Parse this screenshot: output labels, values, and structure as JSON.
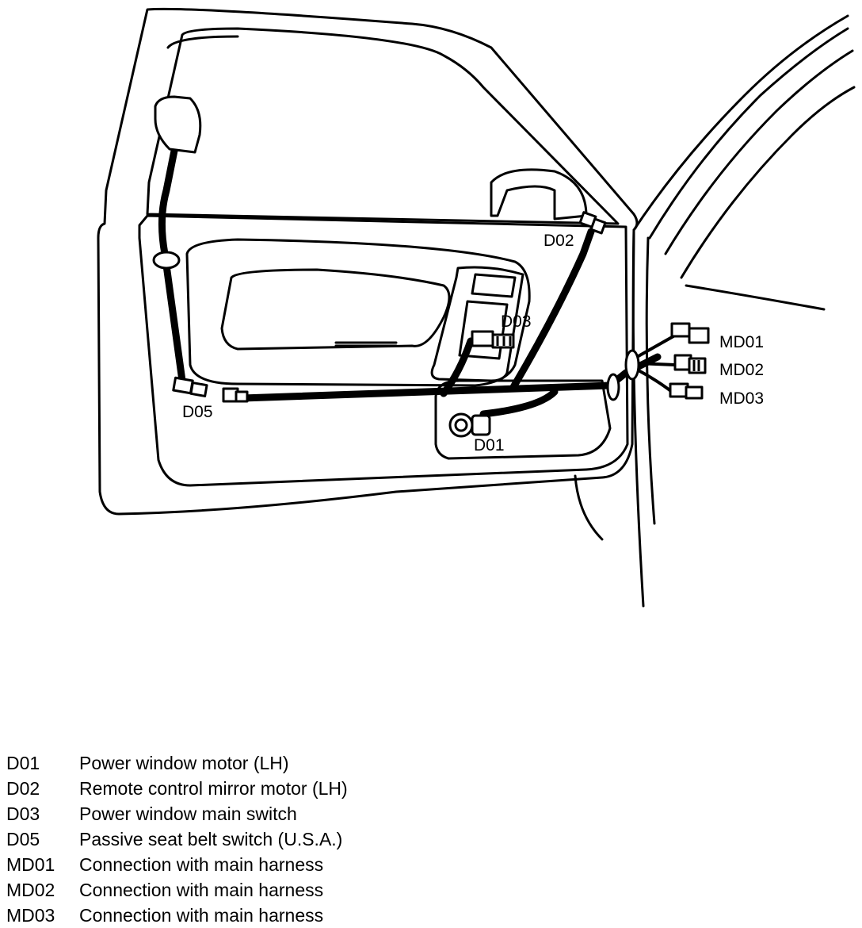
{
  "colors": {
    "ink": "#000000",
    "background": "#ffffff"
  },
  "callouts": {
    "d01": "D01",
    "d02": "D02",
    "d03": "D03",
    "d05": "D05",
    "md01": "MD01",
    "md02": "MD02",
    "md03": "MD03"
  },
  "legend": [
    {
      "code": "D01",
      "description": "Power window motor (LH)"
    },
    {
      "code": "D02",
      "description": "Remote control mirror motor (LH)"
    },
    {
      "code": "D03",
      "description": "Power window main switch"
    },
    {
      "code": "D05",
      "description": "Passive seat belt switch (U.S.A.)"
    },
    {
      "code": "MD01",
      "description": "Connection with main harness"
    },
    {
      "code": "MD02",
      "description": "Connection with main harness"
    },
    {
      "code": "MD03",
      "description": "Connection with main harness"
    }
  ]
}
